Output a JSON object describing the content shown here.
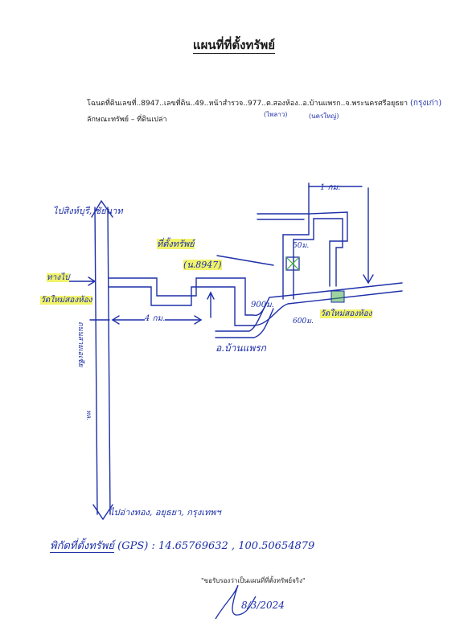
{
  "document": {
    "title": "แผนที่ที่ตั้งทรัพย์",
    "deed_line": "โฉนดที่ดินเลขที่..8947..เลขที่ดิน..49..หน้าสำรวจ..977..ต.สองห้อง..อ.บ้านแพรก..จ.พระนครศรีอยุธยา",
    "deed_hw_old_name": "(กรุงเก่า)",
    "deed_hw_subdistrict": "(ไพลาว)",
    "deed_hw_province": "(นครใหญ่)",
    "property_type": "ลักษณะทรัพย์ – ที่ดินเปล่า"
  },
  "map": {
    "to_singburi": "ไปสิงห์บุรี",
    "to_chainat": ", ชัยนาท",
    "road_label": "ถนนสายเอเชีย",
    "route_num": "ทล.",
    "property_hw_name": "ที่ตั้งทรัพย์",
    "property_hw_deed": "(น.8947)",
    "entrance_label": "ทางไป",
    "temple_left": "วัดใหม่สองห้อง",
    "dist_4km": "4 กม.",
    "dist_1km": "1 กม.",
    "dist_900m": "900ม.",
    "dist_600m": "600ม.",
    "dist_50m": "50ม.",
    "district_office": "อ.บ้านแพรก",
    "temple_right": "วัดใหม่สองห้อง",
    "to_south": "ไปอ่างทอง, อยุธยา, กรุงเทพฯ"
  },
  "gps": {
    "label": "พิกัดที่ตั้งทรัพย์",
    "value": "(GPS) : 14.65769632 , 100.50654879"
  },
  "footer": {
    "certify": "\"ขอรับรองว่าเป็นแผนที่ที่ตั้งทรัพย์จริง\"",
    "date": "8/3/2024"
  },
  "colors": {
    "ink": "#1d2fa8",
    "highlight": "#f1f36a",
    "property": "#3ea83e"
  }
}
